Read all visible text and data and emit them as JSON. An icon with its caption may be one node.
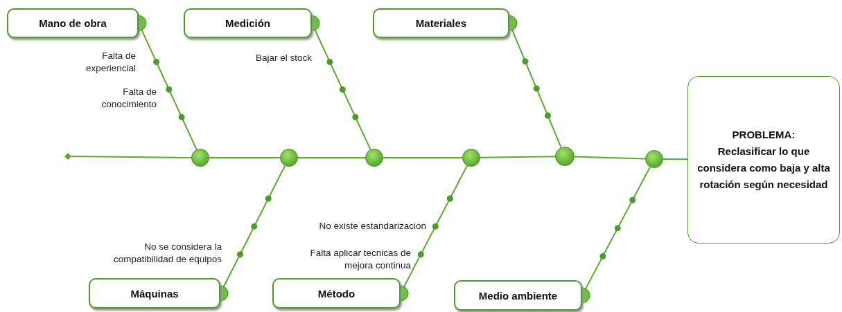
{
  "diagram": {
    "nodes": [
      {
        "text": [
          "Mano de obra"
        ]
      },
      {
        "text": [
          "Medición"
        ]
      },
      {
        "text": [
          "Materiales"
        ]
      },
      {
        "text": [
          "PROBLEMA:",
          "Reclasificar lo que considera como baja y alta rotación según necesidad"
        ]
      },
      {
        "text": [
          "Máquinas"
        ]
      },
      {
        "text": [
          "Método"
        ]
      },
      {
        "text": [
          "Medio ambiente"
        ]
      },
      {
        "text": [],
        "shape": "circle"
      },
      {
        "text": [],
        "shape": "circle"
      },
      {
        "text": [],
        "shape": "circle"
      },
      {
        "text": [],
        "shape": "circle"
      },
      {
        "text": [],
        "shape": "circle"
      },
      {
        "text": [],
        "shape": "circle"
      },
      {
        "text": [],
        "shape": "diamond"
      }
    ],
    "edges": [
      {
        "from": 13,
        "to": 7,
        "arrow": "none"
      },
      {
        "from": 7,
        "to": 8,
        "arrow": "none"
      },
      {
        "from": 8,
        "to": 9,
        "arrow": "none"
      },
      {
        "from": 9,
        "to": 10,
        "arrow": "none"
      },
      {
        "from": 10,
        "to": 11,
        "arrow": "none"
      },
      {
        "from": 11,
        "to": 12,
        "arrow": "none"
      },
      {
        "from": 12,
        "to": 3,
        "arrow": "none"
      },
      {
        "from": 0,
        "to": 7,
        "arrow": "none"
      },
      {
        "from": 4,
        "to": 8,
        "arrow": "none"
      },
      {
        "from": 1,
        "to": 9,
        "arrow": "none"
      },
      {
        "from": 5,
        "to": 10,
        "arrow": "none"
      },
      {
        "from": 2,
        "to": 11,
        "arrow": "none"
      },
      {
        "from": 6,
        "to": 12,
        "arrow": "none"
      }
    ],
    "labels": [
      "Falta de experiencial",
      "Falta de conocimiento",
      "Bajar el stock",
      "No se considera la compatibilidad de equipos",
      "No existe estandarizacion",
      "Falta aplicar tecnicas de mejora continua"
    ]
  }
}
